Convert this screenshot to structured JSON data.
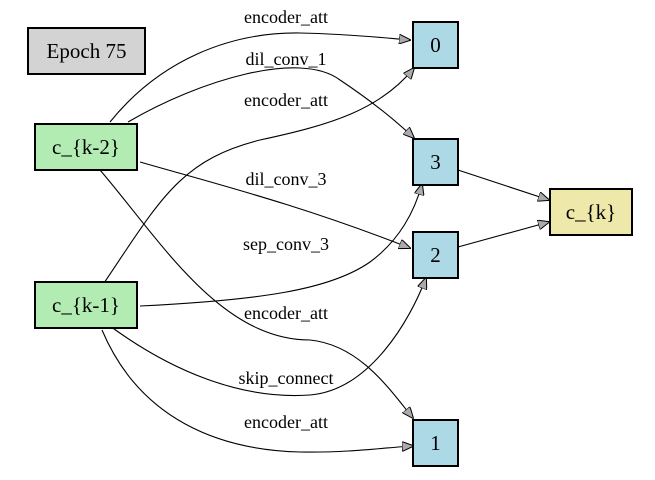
{
  "title": "Epoch 75",
  "nodes": {
    "ck2": "c_{k-2}",
    "ck1": "c_{k-1}",
    "n0": "0",
    "n1": "1",
    "n2": "2",
    "n3": "3",
    "ck": "c_{k}"
  },
  "edges": [
    {
      "from": "c_{k-2}",
      "to": "0",
      "label": "encoder_att"
    },
    {
      "from": "c_{k-2}",
      "to": "3",
      "label": "dil_conv_1"
    },
    {
      "from": "c_{k-1}",
      "to": "0",
      "label": "encoder_att"
    },
    {
      "from": "c_{k-2}",
      "to": "2",
      "label": "dil_conv_3"
    },
    {
      "from": "c_{k-1}",
      "to": "3",
      "label": "sep_conv_3"
    },
    {
      "from": "c_{k-2}",
      "to": "1",
      "label": "encoder_att"
    },
    {
      "from": "c_{k-1}",
      "to": "2",
      "label": "skip_connect"
    },
    {
      "from": "c_{k-1}",
      "to": "1",
      "label": "encoder_att"
    },
    {
      "from": "3",
      "to": "c_{k}",
      "label": ""
    },
    {
      "from": "2",
      "to": "c_{k}",
      "label": ""
    }
  ],
  "colors": {
    "input_node": "#b3ecb3",
    "intermediate_node": "#add8e6",
    "output_node": "#eee8aa",
    "title_box": "#d3d3d3"
  }
}
